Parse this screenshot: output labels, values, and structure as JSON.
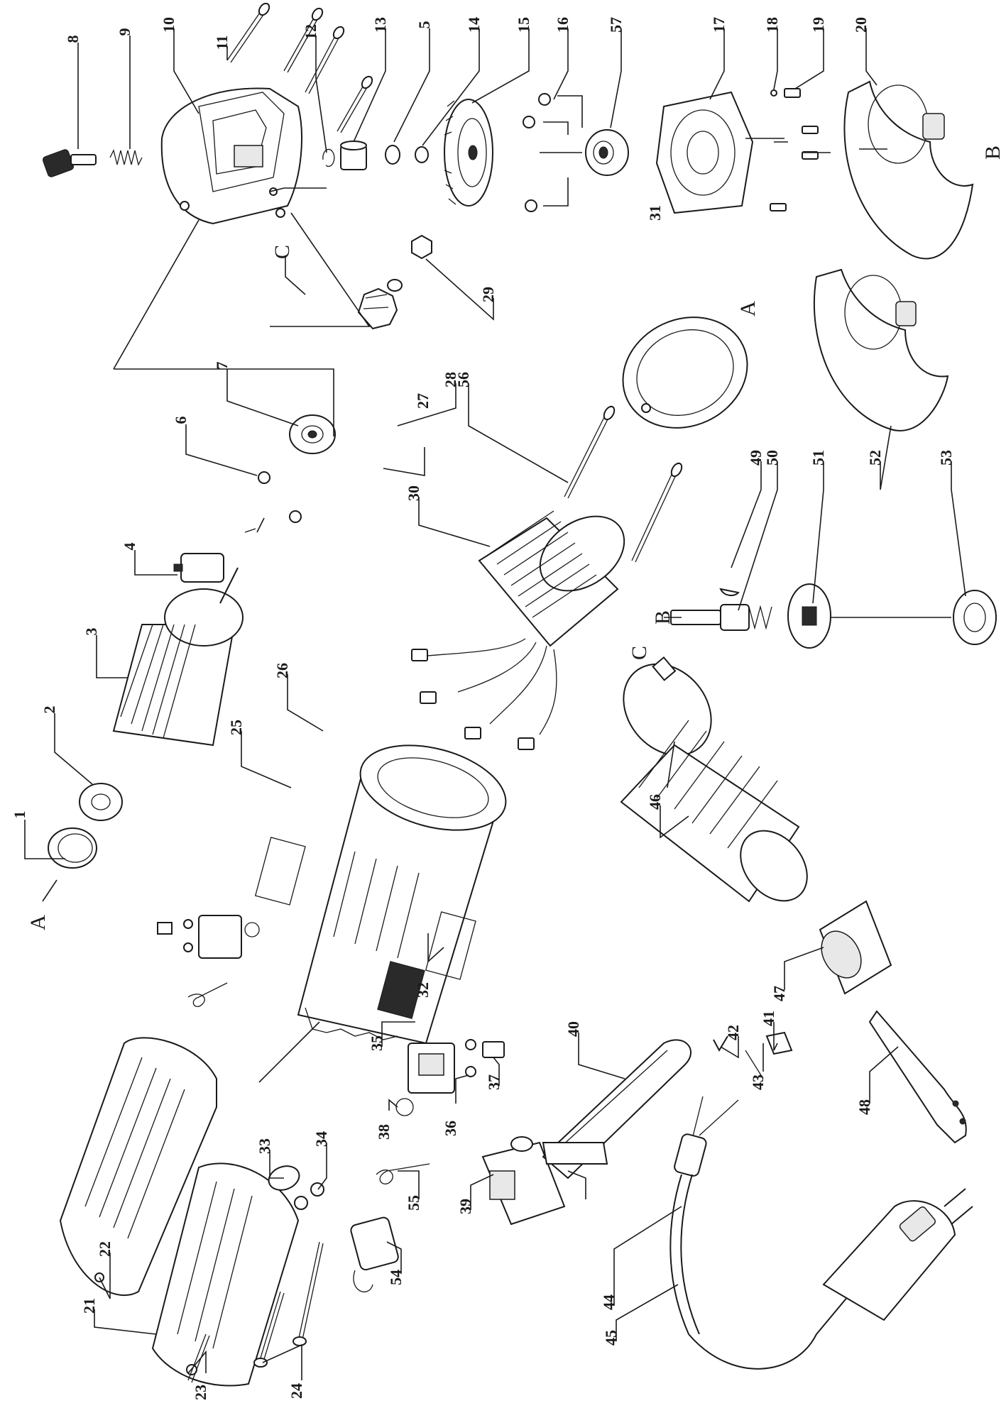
{
  "part_numbers": [
    "1",
    "2",
    "3",
    "4",
    "5",
    "6",
    "7",
    "8",
    "9",
    "10",
    "11",
    "12",
    "13",
    "14",
    "15",
    "16",
    "17",
    "18",
    "19",
    "20",
    "21",
    "22",
    "23",
    "24",
    "25",
    "26",
    "27",
    "28",
    "29",
    "30",
    "31",
    "32",
    "33",
    "34",
    "35",
    "36",
    "37",
    "38",
    "39",
    "40",
    "41",
    "42",
    "43",
    "44",
    "45",
    "46",
    "47",
    "48",
    "49",
    "50",
    "51",
    "52",
    "53",
    "54",
    "55",
    "56",
    "57"
  ],
  "connectors": {
    "a": "A",
    "b": "B",
    "c": "C"
  }
}
